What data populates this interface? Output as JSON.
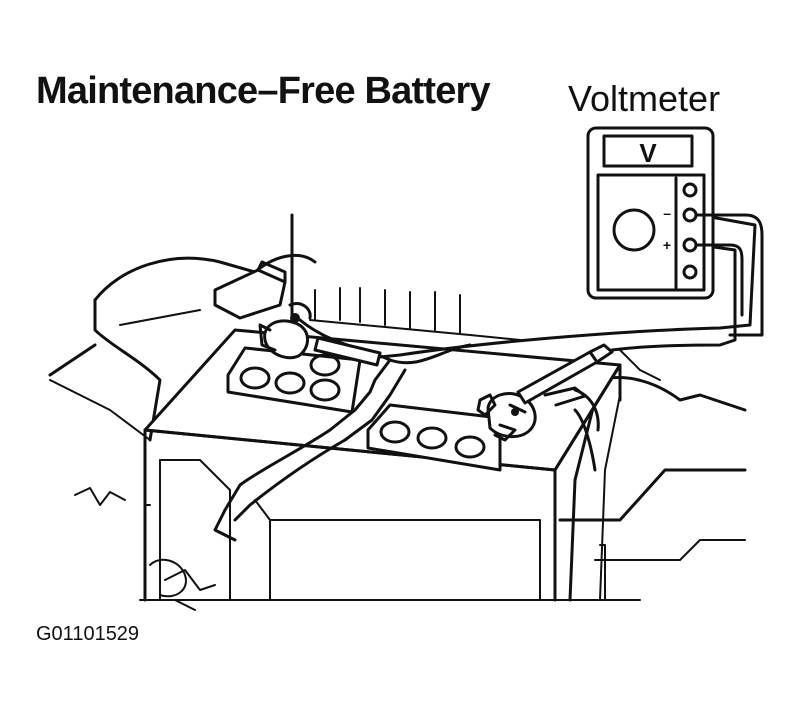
{
  "title": "Maintenance–Free Battery",
  "voltmeter_label": "Voltmeter",
  "voltmeter_display": "V",
  "terminal_negative": "–",
  "terminal_positive": "+",
  "figure_code": "G01101529"
}
